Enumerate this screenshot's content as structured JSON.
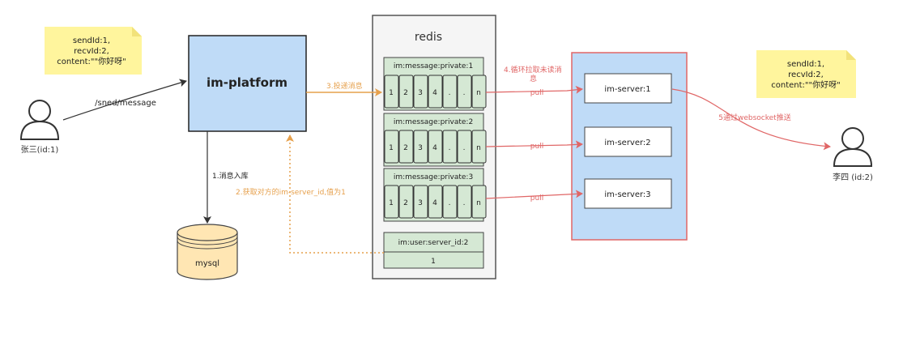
{
  "note_left": {
    "line1": "sendId:1,",
    "line2": "recvId:2,",
    "line3": "content:\"\"你好呀\""
  },
  "note_right": {
    "line1": "sendId:1,",
    "line2": "recvId:2,",
    "line3": "content:\"\"你好呀\""
  },
  "sender": {
    "label": "张三(id:1)"
  },
  "receiver": {
    "label": "李四 (id:2)"
  },
  "platform": {
    "title": "im-platform"
  },
  "db": {
    "label": "mysql"
  },
  "redis": {
    "title": "redis",
    "queues": [
      {
        "name": "im:message:private:1",
        "cells": [
          "1",
          "2",
          "3",
          "4",
          ".",
          ".",
          "n"
        ]
      },
      {
        "name": "im:message:private:2",
        "cells": [
          "1",
          "2",
          "3",
          "4",
          ".",
          ".",
          "n"
        ]
      },
      {
        "name": "im:message:private:3",
        "cells": [
          "1",
          "2",
          "3",
          "4",
          ".",
          ".",
          "n"
        ]
      }
    ],
    "server_key": {
      "name": "im:user:server_id:2",
      "value": "1"
    }
  },
  "servers": [
    "im-server:1",
    "im-server:2",
    "im-server:3"
  ],
  "edges": {
    "send": "/sned/message",
    "store": "1.消息入库",
    "lookup": "2.获取对方的im-server_id,值为1",
    "deliver": "3.投递消息",
    "loop_line1": "4.循环拉取未读消",
    "loop_line2": "息",
    "pull": "pull",
    "push": "5通过websocket推送"
  },
  "colors": {
    "note": "#fff59d",
    "platform": "#bfdbf7",
    "server_group": "#bfdbf7",
    "server_border": "#e06666",
    "queue_cell": "#d5e8d4",
    "orange": "#e6a04c",
    "red": "#e06666",
    "db": "#ffe6b3"
  }
}
